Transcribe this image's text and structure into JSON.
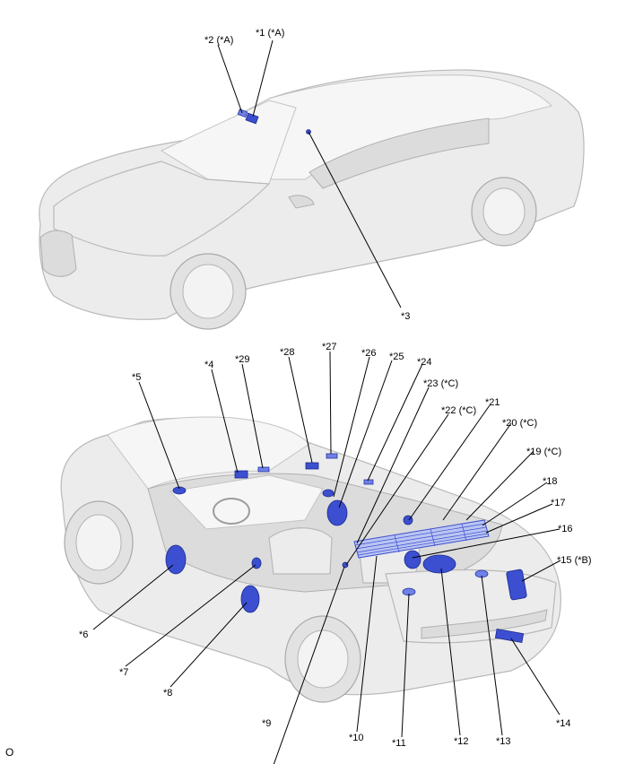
{
  "diagram": {
    "labels": {
      "l1": "*1 (*A)",
      "l2": "*2 (*A)",
      "l3": "*3",
      "l4": "*4",
      "l5": "*5",
      "l6": "*6",
      "l7": "*7",
      "l8": "*8",
      "l9": "*9",
      "l10": "*10",
      "l11": "*11",
      "l12": "*12",
      "l13": "*13",
      "l14": "*14",
      "l15": "*15 (*B)",
      "l16": "*16",
      "l17": "*17",
      "l18": "*18",
      "l19": "*19 (*C)",
      "l20": "*20 (*C)",
      "l21": "*21",
      "l22": "*22 (*C)",
      "l23": "*23 (*C)",
      "l24": "*24",
      "l25": "*25",
      "l26": "*26",
      "l27": "*27",
      "l28": "*28",
      "l29": "*29"
    },
    "footer_code": "O",
    "colors": {
      "part": "#3b4fd0",
      "car": "#ececec"
    }
  }
}
